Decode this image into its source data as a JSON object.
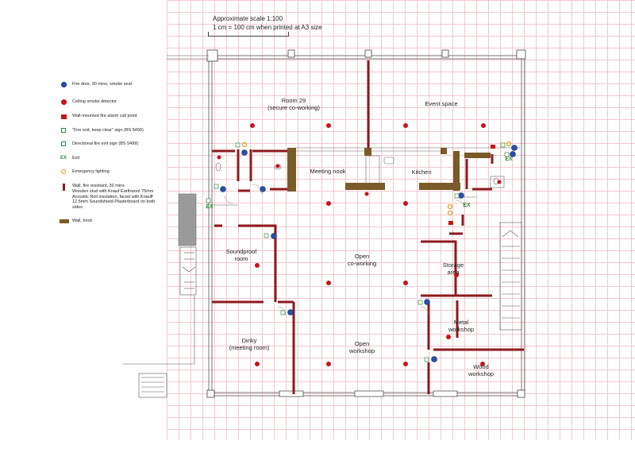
{
  "scale": {
    "title": "Approximate scale 1:100",
    "note": "1 cm = 100 cm when printed at A3 size"
  },
  "legend": [
    {
      "icon": "fire-door-icon",
      "label": "Fire door, 30 mins, smoke seal"
    },
    {
      "icon": "smoke-detector-icon",
      "label": "Ceiling smoke detector"
    },
    {
      "icon": "call-point-icon",
      "label": "Wall-mounted fire alarm call point"
    },
    {
      "icon": "fire-exit-sign-icon",
      "label": "\"Fire exit, keep clear\" sign (BS 5499)"
    },
    {
      "icon": "directional-sign-icon",
      "label": "Directional fire exit sign (BS 5499)"
    },
    {
      "icon": "exit-icon",
      "label": "Exit"
    },
    {
      "icon": "emergency-lighting-icon",
      "label": "Emergency lighting"
    },
    {
      "icon": "fire-wall-icon",
      "label": "Wall, fire resistant, 30 mins",
      "sub": "Wooden stud with Knauf Earthwool 75mm Acoustic Roll insulation, faced with Knauff 12.5mm Soundshield Plasterboard on both sides"
    },
    {
      "icon": "brick-wall-icon",
      "label": "Wall, brick"
    }
  ],
  "rooms": {
    "room29": "Room 29",
    "room29_sub": "(secure co-working)",
    "event": "Event space",
    "meeting_nook": "Meeting nook",
    "kitchen": "Kitchen",
    "soundproof": "Soundproof",
    "soundproof2": "room",
    "open_coworking": "Open",
    "open_coworking2": "co-working",
    "storage": "Storage",
    "storage2": "area",
    "metal": "Metal",
    "metal2": "workshop",
    "dinky": "Dinky",
    "dinky2": "(meeting room)",
    "open_workshop": "Open",
    "open_workshop2": "workshop",
    "wood": "Wood",
    "wood2": "workshop"
  },
  "exit_labels": {
    "ex1": "EX",
    "ex2": "EX",
    "ex3": "EX"
  },
  "colors": {
    "fire_wall": "#8c1a1f",
    "brick_wall": "#7a5a28",
    "smoke_detector": "#c8131b",
    "fire_door": "#2a4fa8",
    "exit": "#2f8a3a",
    "emergency_light": "#e39a1c",
    "grid": "#f2c9cf"
  }
}
